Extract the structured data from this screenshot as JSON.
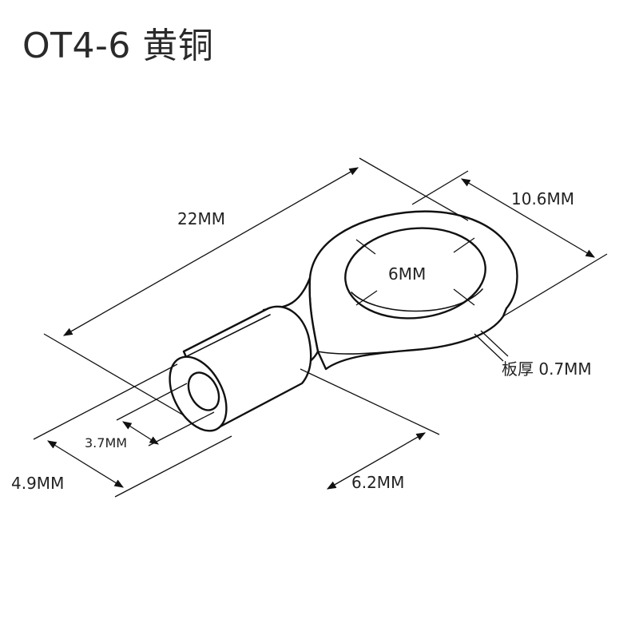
{
  "title": "OT4-6 黄铜",
  "dimensions": {
    "length": "22MM",
    "ring_width": "10.6MM",
    "hole_diameter": "6MM",
    "plate_thickness": "板厚 0.7MM",
    "inner_diameter": "3.7MM",
    "outer_diameter": "4.9MM",
    "barrel_length": "6.2MM"
  }
}
